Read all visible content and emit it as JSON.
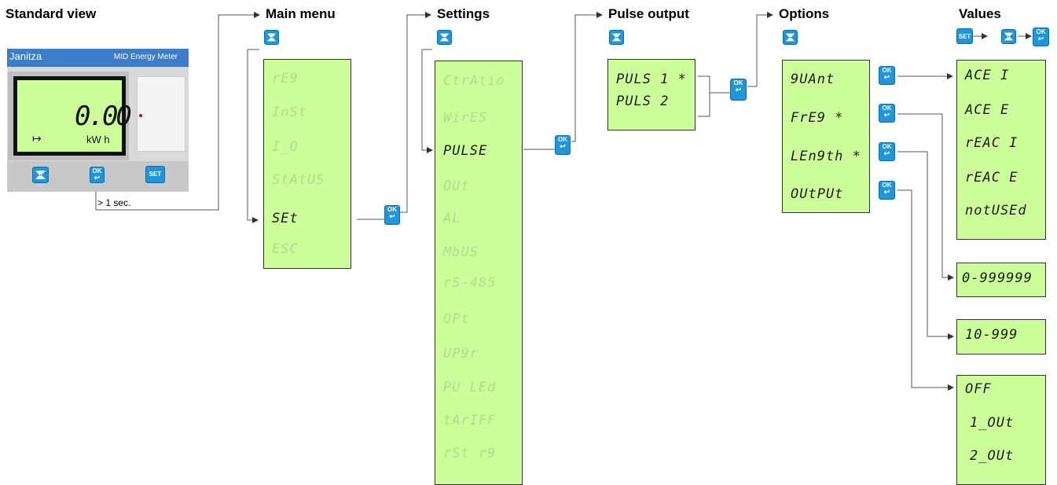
{
  "headers": {
    "standard_view": "Standard view",
    "main_menu": "Main menu",
    "settings": "Settings",
    "pulse_output": "Pulse output",
    "options": "Options",
    "values": "Values"
  },
  "device": {
    "brand": "Janitza",
    "model": "MID Energy Meter",
    "reading": "0.00",
    "unit": "kW h",
    "direction_icon": "↦",
    "buttons": {
      "ok_label": "OK",
      "set_label": "SET"
    },
    "hold_caption": "> 1 sec."
  },
  "button_labels": {
    "ok": "OK",
    "set": "SET",
    "enter_glyph": "↩"
  },
  "main_menu": {
    "items": [
      {
        "label": "rE9",
        "active": false
      },
      {
        "label": "InSt",
        "active": false
      },
      {
        "label": "I_O",
        "active": false
      },
      {
        "label": "StAtUS",
        "active": false
      },
      {
        "label": "SEt",
        "active": true
      },
      {
        "label": "ESC",
        "active": false
      }
    ]
  },
  "settings": {
    "items": [
      {
        "label": "CtrAtio",
        "active": false
      },
      {
        "label": "WirES",
        "active": false
      },
      {
        "label": "PULSE",
        "active": true
      },
      {
        "label": "OUt",
        "active": false
      },
      {
        "label": "AL",
        "active": false
      },
      {
        "label": "MbUS",
        "active": false
      },
      {
        "label": "rS-485",
        "active": false
      },
      {
        "label": "OPt",
        "active": false
      },
      {
        "label": "UP9r",
        "active": false
      },
      {
        "label": "PU LEd",
        "active": false
      },
      {
        "label": "tArIFF",
        "active": false
      },
      {
        "label": "rSt r9",
        "active": false
      }
    ]
  },
  "pulse_output": {
    "items": [
      "PULS 1 *",
      "PULS 2"
    ]
  },
  "options": {
    "items": [
      "9UAnt",
      "FrE9 *",
      "LEn9th *",
      "OUtPUt"
    ]
  },
  "values": {
    "quantity": [
      "ACE I",
      "ACE E",
      "rEAC I",
      "rEAC E",
      "notUSEd"
    ],
    "frequency_range": "0-999999",
    "length_range": "10-999",
    "output": [
      "OFF",
      "1_OUt",
      "2_OUt"
    ]
  }
}
